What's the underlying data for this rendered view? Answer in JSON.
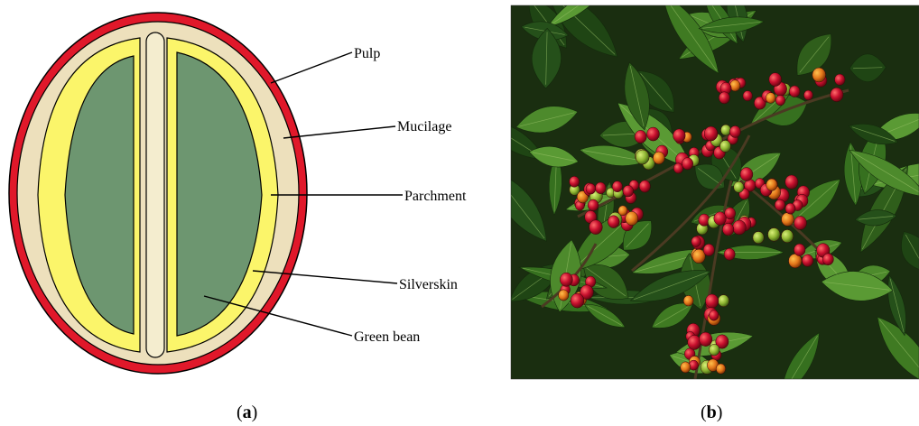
{
  "panel_a": {
    "labels": {
      "pulp": "Pulp",
      "mucilage": "Mucilage",
      "parchment": "Parchment",
      "silverskin": "Silverskin",
      "green_bean": "Green bean"
    },
    "colors": {
      "pulp": "#e0182a",
      "mucilage": "#ede0bc",
      "parchment": "#fbf56a",
      "silverskin": "#f4edcf",
      "green_bean": "#6d9670",
      "outline": "#000000"
    },
    "caption": {
      "open": "(",
      "letter": "a",
      "close": ")"
    }
  },
  "panel_b": {
    "description_icon": "coffee-cherries-photo",
    "colors": {
      "ripe_cherry": "#c8102e",
      "unripe_cherry": "#9bbf3a",
      "leaf_dark": "#1f3d14",
      "leaf_light": "#3f7a22"
    },
    "caption": {
      "open": "(",
      "letter": "b",
      "close": ")"
    }
  }
}
